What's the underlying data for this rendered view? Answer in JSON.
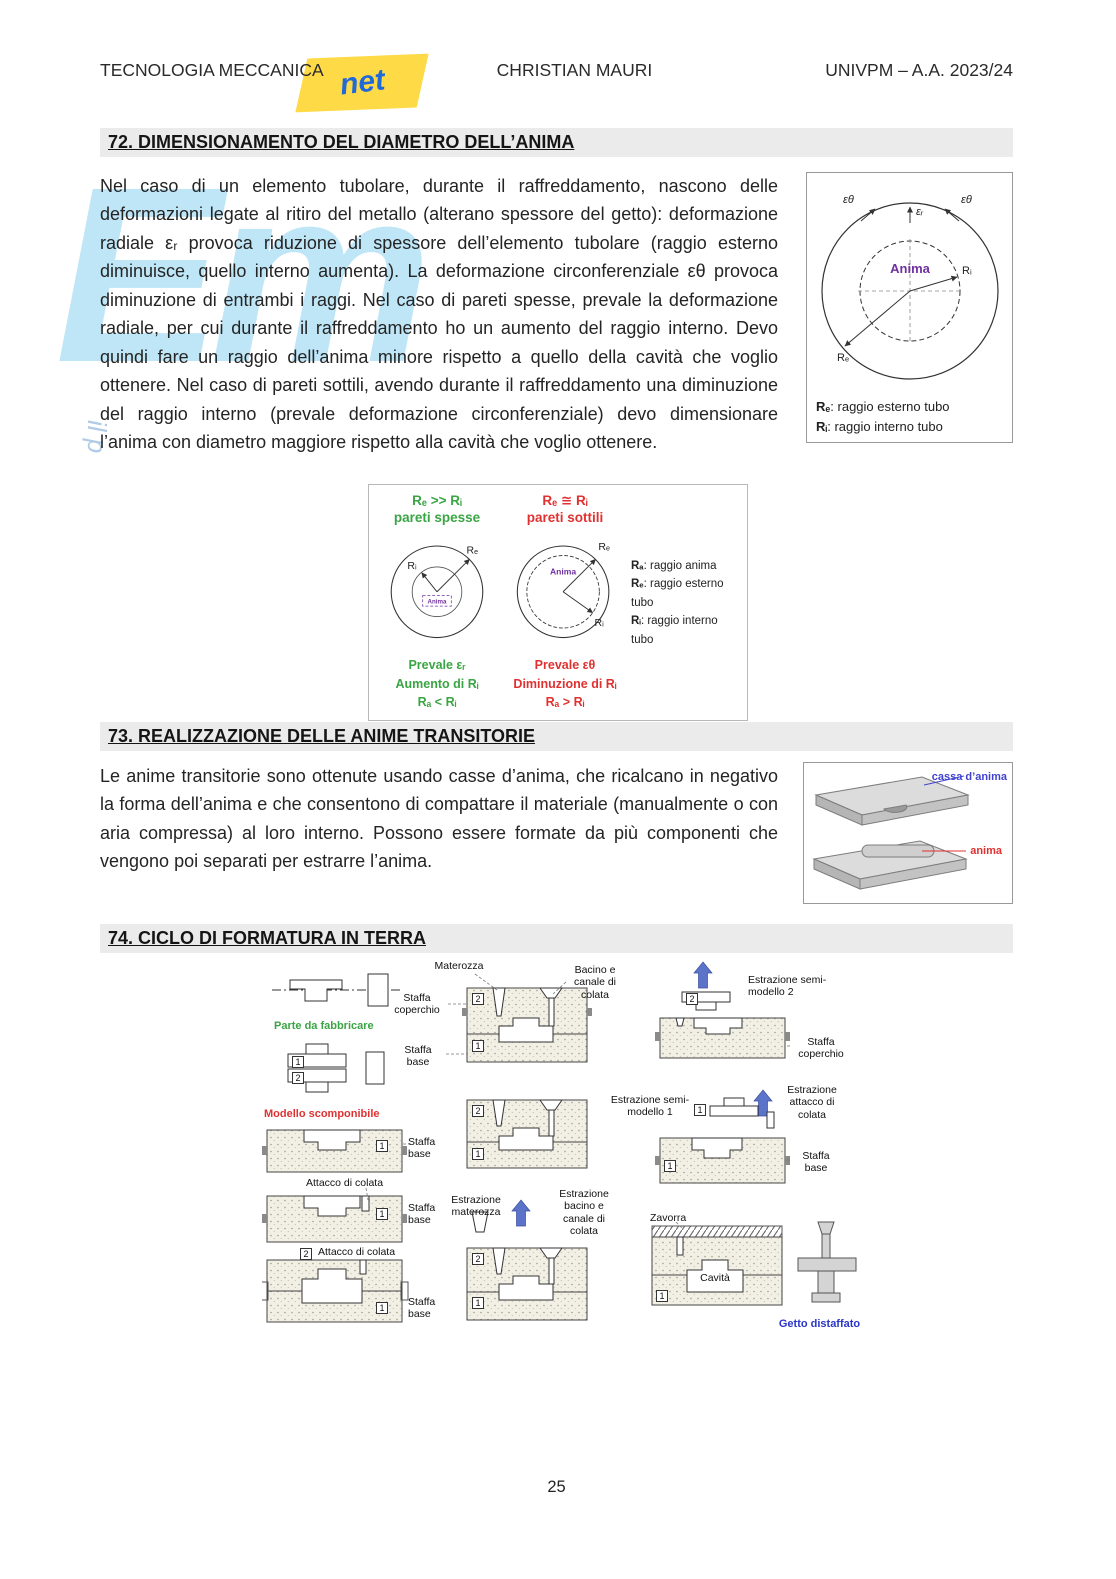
{
  "page": {
    "header": {
      "left": "TECNOLOGIA MECCANICA",
      "center": "CHRISTIAN MAURI",
      "right": "UNIVPM – A.A. 2023/24"
    },
    "footer": {
      "page_number": "25"
    },
    "watermark": {
      "letters": "Em",
      "fragment": "il p",
      "badge": "net"
    }
  },
  "section72": {
    "heading": "72. DIMENSIONAMENTO DEL DIAMETRO DELL’ANIMA",
    "paragraph": "Nel caso di un elemento tubolare, durante il raffreddamento, nascono delle deformazioni legate al ritiro del metallo (alterano spessore del getto): deformazione radiale εᵣ provoca riduzione di spessore dell’elemento tubolare (raggio esterno diminuisce, quello interno aumenta). La deformazione circonferenziale εθ provoca diminuzione di entrambi i raggi. Nel caso di pareti spesse, prevale la deformazione radiale, per cui durante il raffreddamento ho un aumento del raggio interno. Devo quindi fare un raggio dell’anima minore rispetto a quello della cavità che voglio ottenere. Nel caso di pareti sottili, avendo durante il raffreddamento una diminuzione del raggio interno (prevale deformazione circonferenziale) devo dimensionare l’anima con diametro maggiore rispetto alla cavità che voglio ottenere.",
    "figure": {
      "anima": "Anima",
      "eps_r": "εᵣ",
      "eps_theta": "εθ",
      "re": "Rₑ",
      "ri": "Rᵢ",
      "legend_re_sym": "Rₑ",
      "legend_re_text": ": raggio esterno tubo",
      "legend_ri_sym": "Rᵢ",
      "legend_ri_text": ": raggio interno tubo"
    }
  },
  "figure_compare": {
    "left": {
      "title1": "Rₑ >> Rᵢ",
      "title2": "pareti spesse",
      "ri": "Rᵢ",
      "re": "Rₑ",
      "anima": "Anima",
      "line1": "Prevale εᵣ",
      "line2": "Aumento di Rᵢ",
      "line3": "Rₐ < Rᵢ"
    },
    "right": {
      "title1": "Rₑ ≅ Rᵢ",
      "title2": "pareti sottili",
      "re": "Rₑ",
      "ri": "Rᵢ",
      "anima": "Anima",
      "line1": "Prevale εθ",
      "line2": "Diminuzione di Rᵢ",
      "line3": "Rₐ > Rᵢ"
    },
    "legend": {
      "ra_sym": "Rₐ",
      "ra_text": ": raggio anima",
      "re_sym": "Rₑ",
      "re_text": ": raggio esterno tubo",
      "ri_sym": "Rᵢ",
      "ri_text": ": raggio interno tubo"
    }
  },
  "section73": {
    "heading": "73. REALIZZAZIONE DELLE ANIME TRANSITORIE",
    "paragraph": "Le anime transitorie sono ottenute usando casse d’anima, che ricalcano in negativo la forma dell’anima e che consentono di compattare il materiale (manualmente o con aria compressa) al loro interno. Possono essere formate da più componenti che vengono poi separati per estrarre l’anima.",
    "figure": {
      "cassa": "cassa d’anima",
      "anima": "anima"
    }
  },
  "section74": {
    "heading": "74. CICLO DI FORMATURA IN TERRA",
    "diagram": {
      "materozza": "Materozza",
      "bacino": "Bacino e canale di colata",
      "estrazione_sm2": "Estrazione semi-modello 2",
      "staffa_coperchio": "Staffa coperchio",
      "staffa_base": "Staffa base",
      "parte": "Parte da fabbricare",
      "modello": "Modello scomponibile",
      "estrazione_sm1": "Estrazione semi-modello 1",
      "estrazione_attacco": "Estrazione attacco di colata",
      "attacco": "Attacco di colata",
      "estrazione_materozza": "Estrazione materozza",
      "estrazione_bacino": "Estrazione bacino e canale di colata",
      "zavorra": "Zavorra",
      "cavita": "Cavità",
      "getto": "Getto distaffato",
      "num1": "1",
      "num2": "2"
    }
  }
}
